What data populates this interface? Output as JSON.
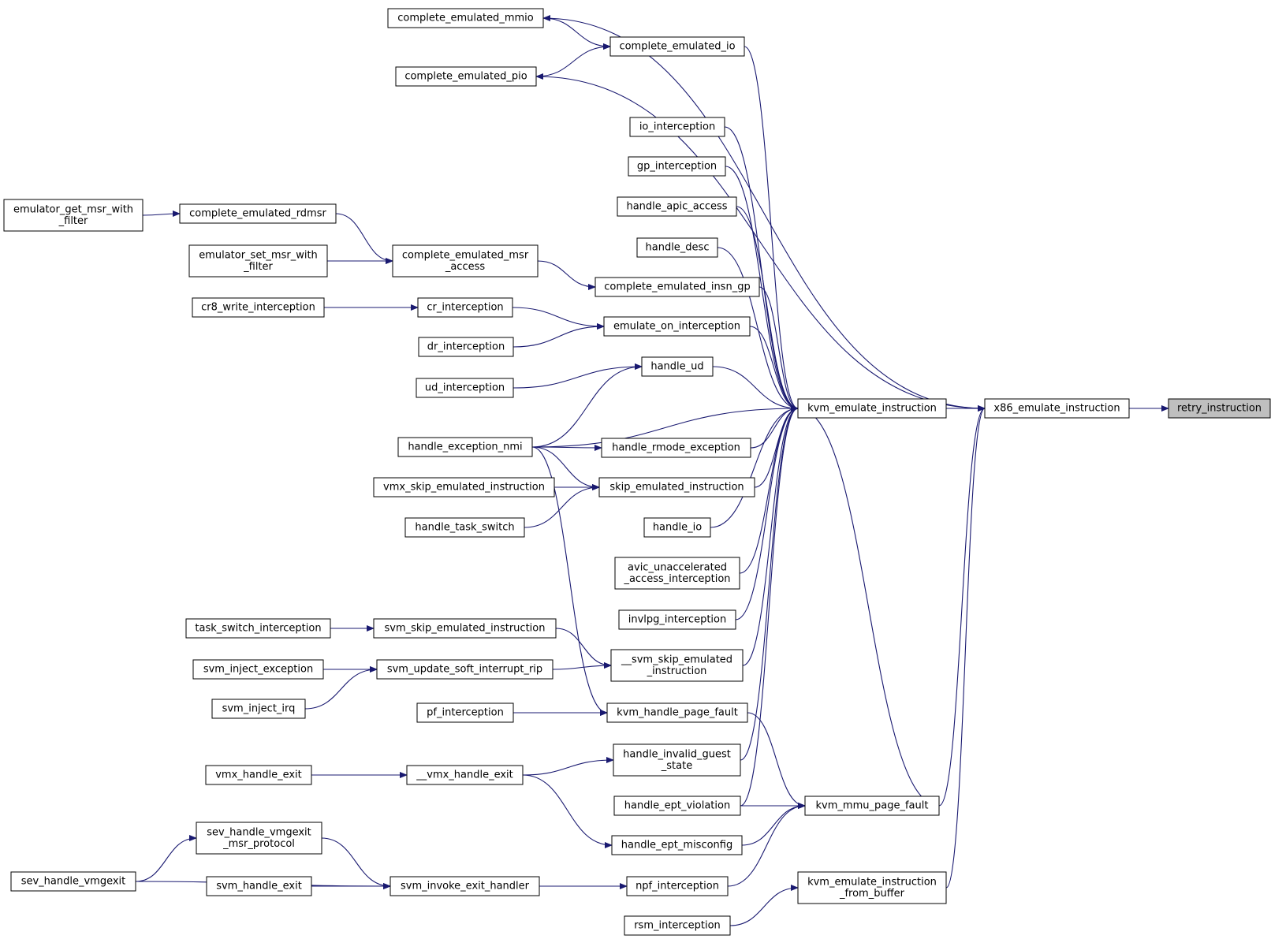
{
  "colors": {
    "edge": "#191970",
    "node_border": "#000000",
    "node_fill": "#ffffff",
    "root_fill": "#bfbfbf"
  },
  "nodes": {
    "retry_instruction": [
      "retry_instruction"
    ],
    "x86_emulate_instruction": [
      "x86_emulate_instruction"
    ],
    "kvm_emulate_instruction": [
      "kvm_emulate_instruction"
    ],
    "kvm_mmu_page_fault": [
      "kvm_mmu_page_fault"
    ],
    "kvm_emulate_instruction_from_buffer": [
      "kvm_emulate_instruction",
      "_from_buffer"
    ],
    "complete_emulated_mmio": [
      "complete_emulated_mmio"
    ],
    "complete_emulated_io": [
      "complete_emulated_io"
    ],
    "complete_emulated_pio": [
      "complete_emulated_pio"
    ],
    "io_interception": [
      "io_interception"
    ],
    "gp_interception": [
      "gp_interception"
    ],
    "handle_apic_access": [
      "handle_apic_access"
    ],
    "handle_desc": [
      "handle_desc"
    ],
    "complete_emulated_insn_gp": [
      "complete_emulated_insn_gp"
    ],
    "emulate_on_interception": [
      "emulate_on_interception"
    ],
    "handle_ud": [
      "handle_ud"
    ],
    "handle_rmode_exception": [
      "handle_rmode_exception"
    ],
    "skip_emulated_instruction": [
      "skip_emulated_instruction"
    ],
    "handle_io": [
      "handle_io"
    ],
    "avic_unaccelerated_access_interception": [
      "avic_unaccelerated",
      "_access_interception"
    ],
    "invlpg_interception": [
      "invlpg_interception"
    ],
    "svm_skip_emulated_instruction_dunder": [
      "__svm_skip_emulated",
      "_instruction"
    ],
    "kvm_handle_page_fault": [
      "kvm_handle_page_fault"
    ],
    "handle_invalid_guest_state": [
      "handle_invalid_guest",
      "_state"
    ],
    "handle_ept_violation": [
      "handle_ept_violation"
    ],
    "handle_ept_misconfig": [
      "handle_ept_misconfig"
    ],
    "npf_interception": [
      "npf_interception"
    ],
    "rsm_interception": [
      "rsm_interception"
    ],
    "complete_emulated_rdmsr": [
      "complete_emulated_rdmsr"
    ],
    "complete_emulated_msr_access": [
      "complete_emulated_msr",
      "_access"
    ],
    "cr_interception": [
      "cr_interception"
    ],
    "dr_interception": [
      "dr_interception"
    ],
    "ud_interception": [
      "ud_interception"
    ],
    "handle_exception_nmi": [
      "handle_exception_nmi"
    ],
    "vmx_skip_emulated_instruction": [
      "vmx_skip_emulated_instruction"
    ],
    "handle_task_switch": [
      "handle_task_switch"
    ],
    "svm_skip_emulated_instruction": [
      "svm_skip_emulated_instruction"
    ],
    "svm_update_soft_interrupt_rip": [
      "svm_update_soft_interrupt_rip"
    ],
    "pf_interception": [
      "pf_interception"
    ],
    "vmx_handle_exit_dunder": [
      "__vmx_handle_exit"
    ],
    "svm_invoke_exit_handler": [
      "svm_invoke_exit_handler"
    ],
    "emulator_get_msr_with_filter": [
      "emulator_get_msr_with",
      "_filter"
    ],
    "emulator_set_msr_with_filter": [
      "emulator_set_msr_with",
      "_filter"
    ],
    "cr8_write_interception": [
      "cr8_write_interception"
    ],
    "task_switch_interception": [
      "task_switch_interception"
    ],
    "svm_inject_exception": [
      "svm_inject_exception"
    ],
    "svm_inject_irq": [
      "svm_inject_irq"
    ],
    "vmx_handle_exit": [
      "vmx_handle_exit"
    ],
    "sev_handle_vmgexit_msr_protocol": [
      "sev_handle_vmgexit",
      "_msr_protocol"
    ],
    "svm_handle_exit": [
      "svm_handle_exit"
    ],
    "sev_handle_vmgexit": [
      "sev_handle_vmgexit"
    ]
  },
  "edges": [
    [
      "x86_emulate_instruction",
      "retry_instruction"
    ],
    [
      "kvm_emulate_instruction",
      "x86_emulate_instruction"
    ],
    [
      "kvm_mmu_page_fault",
      "x86_emulate_instruction"
    ],
    [
      "kvm_emulate_instruction_from_buffer",
      "x86_emulate_instruction"
    ],
    [
      "x86_emulate_instruction",
      "complete_emulated_mmio"
    ],
    [
      "x86_emulate_instruction",
      "complete_emulated_pio"
    ],
    [
      "complete_emulated_mmio",
      "complete_emulated_io"
    ],
    [
      "complete_emulated_pio",
      "complete_emulated_io"
    ],
    [
      "complete_emulated_io",
      "kvm_emulate_instruction"
    ],
    [
      "io_interception",
      "kvm_emulate_instruction"
    ],
    [
      "gp_interception",
      "kvm_emulate_instruction"
    ],
    [
      "handle_apic_access",
      "kvm_emulate_instruction"
    ],
    [
      "handle_desc",
      "kvm_emulate_instruction"
    ],
    [
      "complete_emulated_insn_gp",
      "kvm_emulate_instruction"
    ],
    [
      "emulate_on_interception",
      "kvm_emulate_instruction"
    ],
    [
      "handle_ud",
      "kvm_emulate_instruction"
    ],
    [
      "handle_exception_nmi",
      "kvm_emulate_instruction"
    ],
    [
      "handle_rmode_exception",
      "kvm_emulate_instruction"
    ],
    [
      "skip_emulated_instruction",
      "kvm_emulate_instruction"
    ],
    [
      "handle_io",
      "kvm_emulate_instruction"
    ],
    [
      "avic_unaccelerated_access_interception",
      "kvm_emulate_instruction"
    ],
    [
      "invlpg_interception",
      "kvm_emulate_instruction"
    ],
    [
      "svm_skip_emulated_instruction_dunder",
      "kvm_emulate_instruction"
    ],
    [
      "handle_invalid_guest_state",
      "kvm_emulate_instruction"
    ],
    [
      "handle_ept_violation",
      "kvm_emulate_instruction"
    ],
    [
      "kvm_mmu_page_fault",
      "kvm_emulate_instruction"
    ],
    [
      "complete_emulated_msr_access",
      "complete_emulated_insn_gp"
    ],
    [
      "complete_emulated_rdmsr",
      "complete_emulated_msr_access"
    ],
    [
      "emulator_set_msr_with_filter",
      "complete_emulated_msr_access"
    ],
    [
      "emulator_get_msr_with_filter",
      "complete_emulated_rdmsr"
    ],
    [
      "cr_interception",
      "emulate_on_interception"
    ],
    [
      "dr_interception",
      "emulate_on_interception"
    ],
    [
      "cr8_write_interception",
      "cr_interception"
    ],
    [
      "ud_interception",
      "handle_ud"
    ],
    [
      "handle_exception_nmi",
      "handle_ud"
    ],
    [
      "handle_exception_nmi",
      "handle_rmode_exception"
    ],
    [
      "handle_exception_nmi",
      "skip_emulated_instruction"
    ],
    [
      "vmx_skip_emulated_instruction",
      "skip_emulated_instruction"
    ],
    [
      "handle_task_switch",
      "skip_emulated_instruction"
    ],
    [
      "handle_exception_nmi",
      "kvm_handle_page_fault"
    ],
    [
      "svm_skip_emulated_instruction",
      "svm_skip_emulated_instruction_dunder"
    ],
    [
      "svm_update_soft_interrupt_rip",
      "svm_skip_emulated_instruction_dunder"
    ],
    [
      "task_switch_interception",
      "svm_skip_emulated_instruction"
    ],
    [
      "svm_inject_exception",
      "svm_update_soft_interrupt_rip"
    ],
    [
      "svm_inject_irq",
      "svm_update_soft_interrupt_rip"
    ],
    [
      "pf_interception",
      "kvm_handle_page_fault"
    ],
    [
      "kvm_handle_page_fault",
      "kvm_mmu_page_fault"
    ],
    [
      "vmx_handle_exit_dunder",
      "handle_invalid_guest_state"
    ],
    [
      "vmx_handle_exit",
      "vmx_handle_exit_dunder"
    ],
    [
      "handle_ept_violation",
      "kvm_mmu_page_fault"
    ],
    [
      "handle_ept_misconfig",
      "kvm_mmu_page_fault"
    ],
    [
      "vmx_handle_exit_dunder",
      "handle_ept_misconfig"
    ],
    [
      "npf_interception",
      "kvm_mmu_page_fault"
    ],
    [
      "svm_invoke_exit_handler",
      "npf_interception"
    ],
    [
      "svm_handle_exit",
      "svm_invoke_exit_handler"
    ],
    [
      "sev_handle_vmgexit_msr_protocol",
      "svm_invoke_exit_handler"
    ],
    [
      "sev_handle_vmgexit",
      "svm_invoke_exit_handler"
    ],
    [
      "sev_handle_vmgexit",
      "sev_handle_vmgexit_msr_protocol"
    ],
    [
      "rsm_interception",
      "kvm_emulate_instruction_from_buffer"
    ]
  ]
}
